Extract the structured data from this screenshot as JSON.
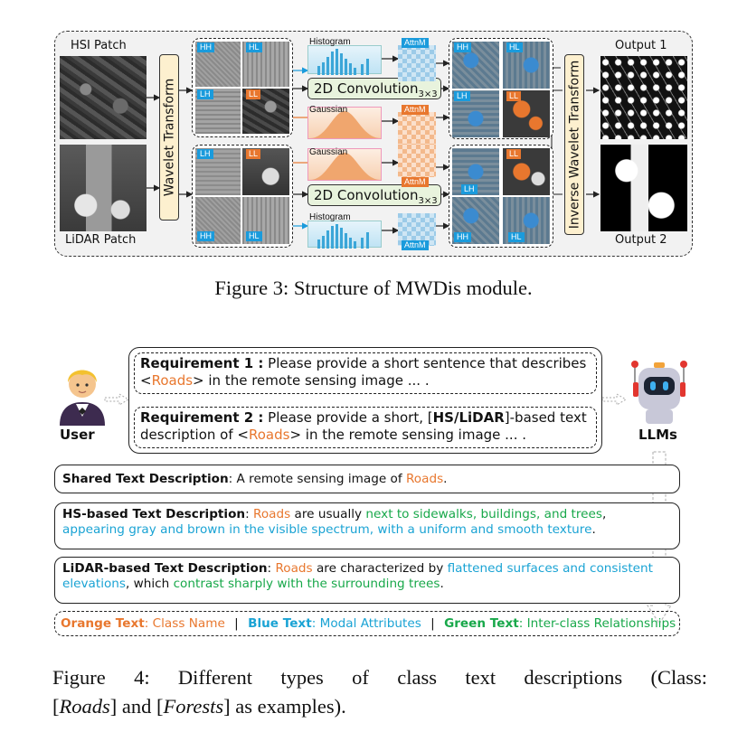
{
  "figure3": {
    "hsi_label": "HSI Patch",
    "lidar_label": "LiDAR Patch",
    "wavelet_label": "Wavelet Transform",
    "inverse_label": "Inverse Wavelet Transform",
    "output1": "Output 1",
    "output2": "Output 2",
    "histogram": "Histogram",
    "gaussian": "Gaussian",
    "conv_label": "2D Convolution",
    "conv_sub": "3×3",
    "attn": "AttnM",
    "hh": "HH",
    "hl": "HL",
    "lh": "LH",
    "ll": "LL",
    "caption": "Figure 3: Structure of MWDis module."
  },
  "figure4": {
    "user_label": "User",
    "llm_label": "LLMs",
    "req1_title": "Requirement 1 :",
    "req1_text_a": "Please provide a short sentence that describes",
    "req1_text_b1": "<",
    "req1_class": "Roads",
    "req1_text_b2": "> in the remote sensing image ... .",
    "req2_title": "Requirement 2 :",
    "req2_text_a1": "Please provide a short, [",
    "req2_modal": "HS/LiDAR",
    "req2_text_a2": "]-based text",
    "req2_text_b1": "description of <",
    "req2_class": "Roads",
    "req2_text_b2": "> in the remote sensing image ... .",
    "shared_title": "Shared Text Description",
    "shared_text": ": A remote sensing image of ",
    "shared_class": "Roads",
    "shared_end": ".",
    "hs_title": "HS-based Text Description",
    "hs_colon": ": ",
    "hs_class": "Roads",
    "hs_mid": " are usually ",
    "hs_green": "next to sidewalks, buildings, and trees",
    "hs_comma": ", ",
    "hs_blue": "appearing gray and brown in the visible spectrum, with a uniform and smooth texture",
    "hs_end": ".",
    "lidar_title": "LiDAR-based Text Description",
    "lidar_colon": ": ",
    "lidar_class": "Roads",
    "lidar_mid": " are characterized by ",
    "lidar_blue": "flattened surfaces and consistent elevations",
    "lidar_which": ", which ",
    "lidar_green": "contrast sharply with the surrounding trees",
    "lidar_end": ".",
    "legend_orange_title": "Orange Text",
    "legend_orange_text": ": Class Name",
    "legend_blue_title": "Blue Text",
    "legend_blue_text": ": Modal Attributes",
    "legend_green_title": "Green Text",
    "legend_green_text": ": Inter-class Relationships",
    "caption_a": "Figure 4: Different types of class text descriptions (Class:",
    "caption_b1": "[",
    "caption_roads": "Roads",
    "caption_b2": "] and [",
    "caption_forests": "Forests",
    "caption_b3": "] as examples)."
  },
  "colors": {
    "orange": "#e8772e",
    "blue": "#1aa3d4",
    "green": "#18a84a",
    "tag_blue": "#1a9bdc",
    "wavelet_fill": "#fdf0cf"
  }
}
